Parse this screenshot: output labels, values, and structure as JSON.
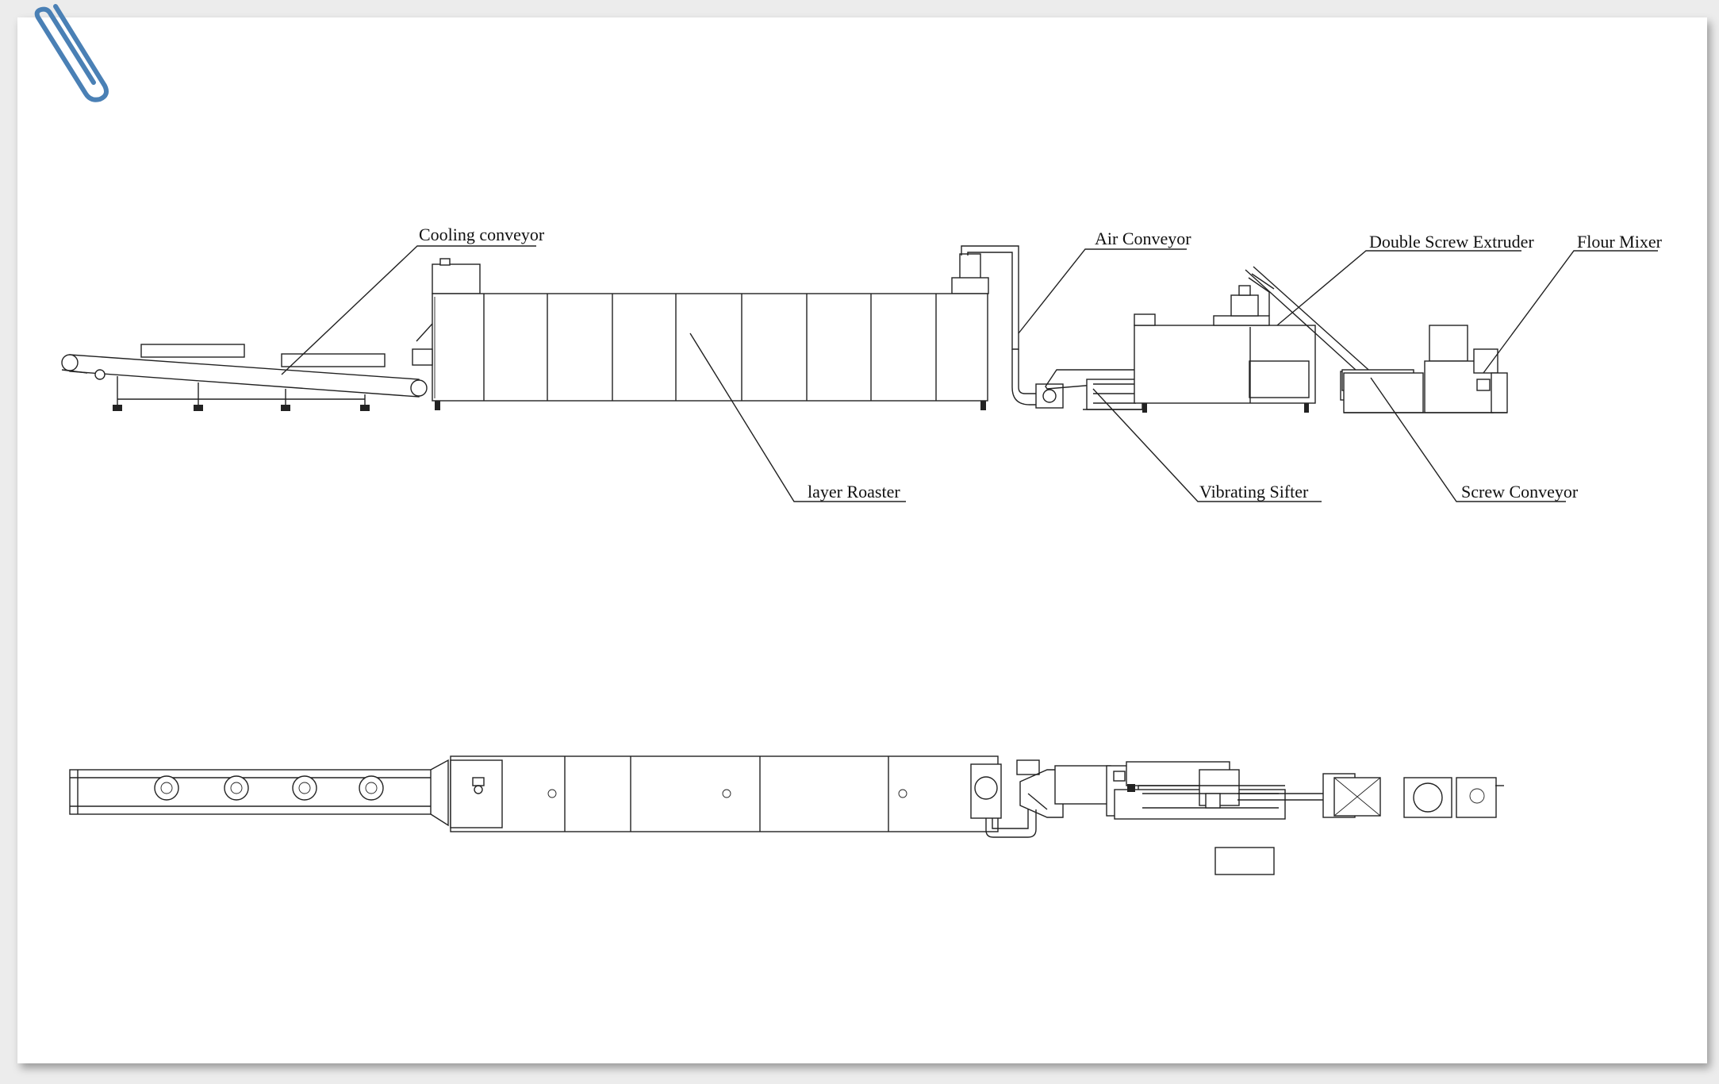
{
  "labels": {
    "cooling_conveyor": "Cooling conveyor",
    "air_conveyor": "Air Conveyor",
    "double_screw_extruder": "Double Screw Extruder",
    "flour_mixer": "Flour Mixer",
    "layer_roaster": "layer Roaster",
    "vibrating_sifter": "Vibrating Sifter",
    "screw_conveyor": "Screw Conveyor"
  },
  "views": [
    "side-elevation",
    "top-plan"
  ],
  "icons": {
    "attachment": "paperclip-icon"
  },
  "colors": {
    "line": "#222222",
    "paper": "#ffffff",
    "background": "#ececec",
    "paperclip": "#4a80b5"
  }
}
